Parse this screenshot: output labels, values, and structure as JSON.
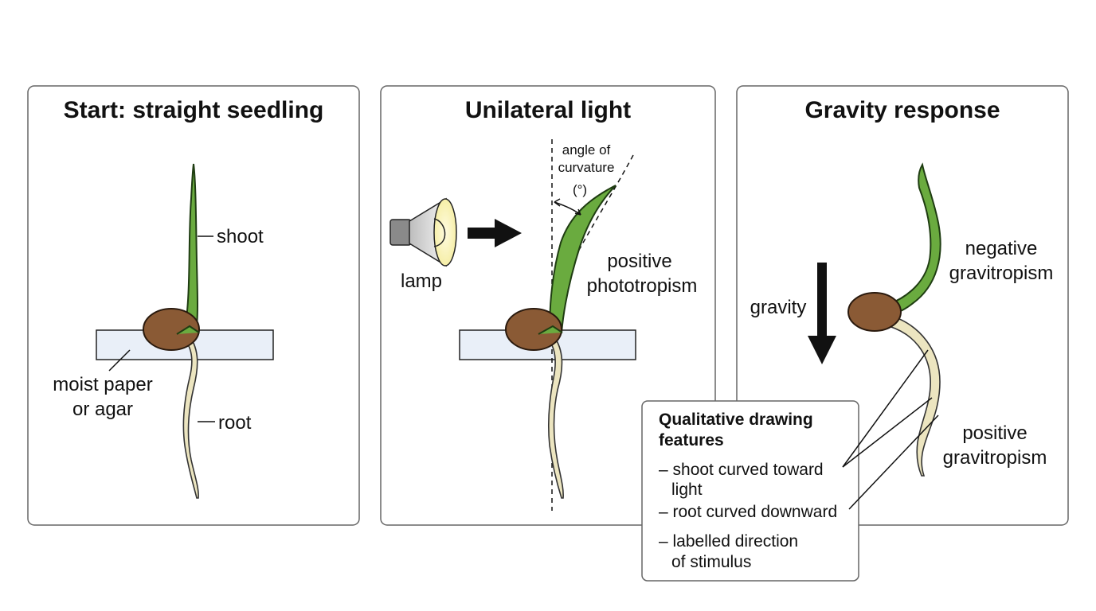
{
  "panels": [
    {
      "title": "Start: straight seedling",
      "labels": {
        "shoot": "shoot",
        "root": "root",
        "substrate_line1": "moist paper",
        "substrate_line2": "or agar"
      }
    },
    {
      "title": "Unilateral light",
      "labels": {
        "lamp": "lamp",
        "angle_line1": "angle of",
        "angle_line2": "curvature",
        "angle_unit": "(°)",
        "response_line1": "positive",
        "response_line2": "phototropism"
      }
    },
    {
      "title": "Gravity response",
      "labels": {
        "gravity": "gravity",
        "shoot_response_line1": "negative",
        "shoot_response_line2": "gravitropism",
        "root_response_line1": "positive",
        "root_response_line2": "gravitropism"
      }
    }
  ],
  "notes_box": {
    "title_line1": "Qualitative drawing",
    "title_line2": "features",
    "items": [
      {
        "line1": "– shoot curved toward",
        "line2": "light"
      },
      {
        "line1": "– root curved downward",
        "line2": ""
      },
      {
        "line1": "– labelled direction",
        "line2": "of stimulus"
      }
    ]
  },
  "colors": {
    "shoot": "#6aab3f",
    "seed": "#8a5a35",
    "root": "#ece5c0",
    "paper": "#e9eff8"
  }
}
